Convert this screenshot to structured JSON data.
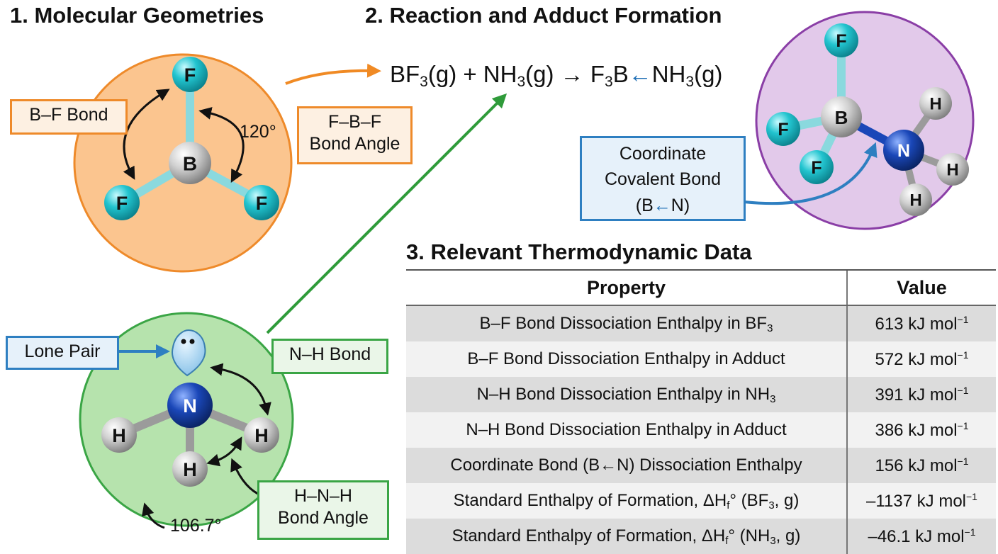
{
  "headings": {
    "geometries": "1. Molecular Geometries",
    "reaction": "2. Reaction and Adduct Formation",
    "thermo": "3. Relevant Thermodynamic Data"
  },
  "bf3": {
    "atom_center": "B",
    "atom_ligand": "F",
    "bond_label": "B–F Bond",
    "angle_label_line1": "F–B–F",
    "angle_label_line2": "Bond Angle",
    "angle_value": "120°"
  },
  "nh3": {
    "atom_center": "N",
    "atom_ligand": "H",
    "lone_pair_label": "Lone Pair",
    "bond_label": "N–H Bond",
    "angle_label_line1": "H–N–H",
    "angle_label_line2": "Bond Angle",
    "angle_value": "106.7°"
  },
  "equation": {
    "r1": "BF",
    "r1_sub": "3",
    "r1_state": "(g) + NH",
    "r2_sub": "3",
    "r2_state": "(g)",
    "arrow": "→",
    "p1": "F",
    "p1_sub": "3",
    "p1_b": "B",
    "coord_arrow": "←",
    "p2": "NH",
    "p2_sub": "3",
    "p2_state": "(g)"
  },
  "adduct": {
    "coord_label_line1": "Coordinate",
    "coord_label_line2": "Covalent Bond",
    "coord_label_line3_a": "(B",
    "coord_label_line3_arrow": "←",
    "coord_label_line3_b": "N)"
  },
  "table": {
    "headers": [
      "Property",
      "Value"
    ],
    "rows": [
      {
        "p_main": "B–F Bond Dissociation Enthalpy in BF",
        "p_sub": "3",
        "p_tail": "",
        "p_tail2": "",
        "v_main": "613 kJ mol",
        "v_sup": "−1"
      },
      {
        "p_main": "B–F Bond Dissociation Enthalpy in Adduct",
        "p_sub": "",
        "p_tail": "",
        "p_tail2": "",
        "v_main": "572 kJ mol",
        "v_sup": "−1"
      },
      {
        "p_main": "N–H Bond Dissociation Enthalpy in NH",
        "p_sub": "3",
        "p_tail": "",
        "p_tail2": "",
        "v_main": "391 kJ mol",
        "v_sup": "−1"
      },
      {
        "p_main": "N–H Bond Dissociation Enthalpy in Adduct",
        "p_sub": "",
        "p_tail": "",
        "p_tail2": "",
        "v_main": "386 kJ mol",
        "v_sup": "−1"
      },
      {
        "p_main": "Coordinate Bond (B←N) Dissociation Enthalpy",
        "p_sub": "",
        "p_tail": "",
        "p_tail2": "",
        "v_main": "156 kJ mol",
        "v_sup": "−1"
      },
      {
        "p_main": "Standard Enthalpy of Formation, ΔH",
        "p_sub": "f",
        "p_tail": "° (BF",
        "p_sub2": "3",
        "p_tail2": ", g)",
        "v_main": "–1137 kJ mol",
        "v_sup": "−1"
      },
      {
        "p_main": "Standard Enthalpy of Formation, ΔH",
        "p_sub": "f",
        "p_tail": "° (NH",
        "p_sub2": "3",
        "p_tail2": ", g)",
        "v_main": "–46.1 kJ mol",
        "v_sup": "−1"
      }
    ]
  },
  "colors": {
    "bf3_circle": "#fbc58f",
    "nh3_circle": "#b6e3ad",
    "adduct_circle": "#e2c9ea",
    "fluorine": "#22c4cf",
    "nitrogen": "#1a47b8",
    "boron_hydrogen": "#c8c8c8",
    "orange_arrow": "#f08a24",
    "green_arrow": "#2f9b3a",
    "blue_arrow": "#2e7fc1"
  }
}
